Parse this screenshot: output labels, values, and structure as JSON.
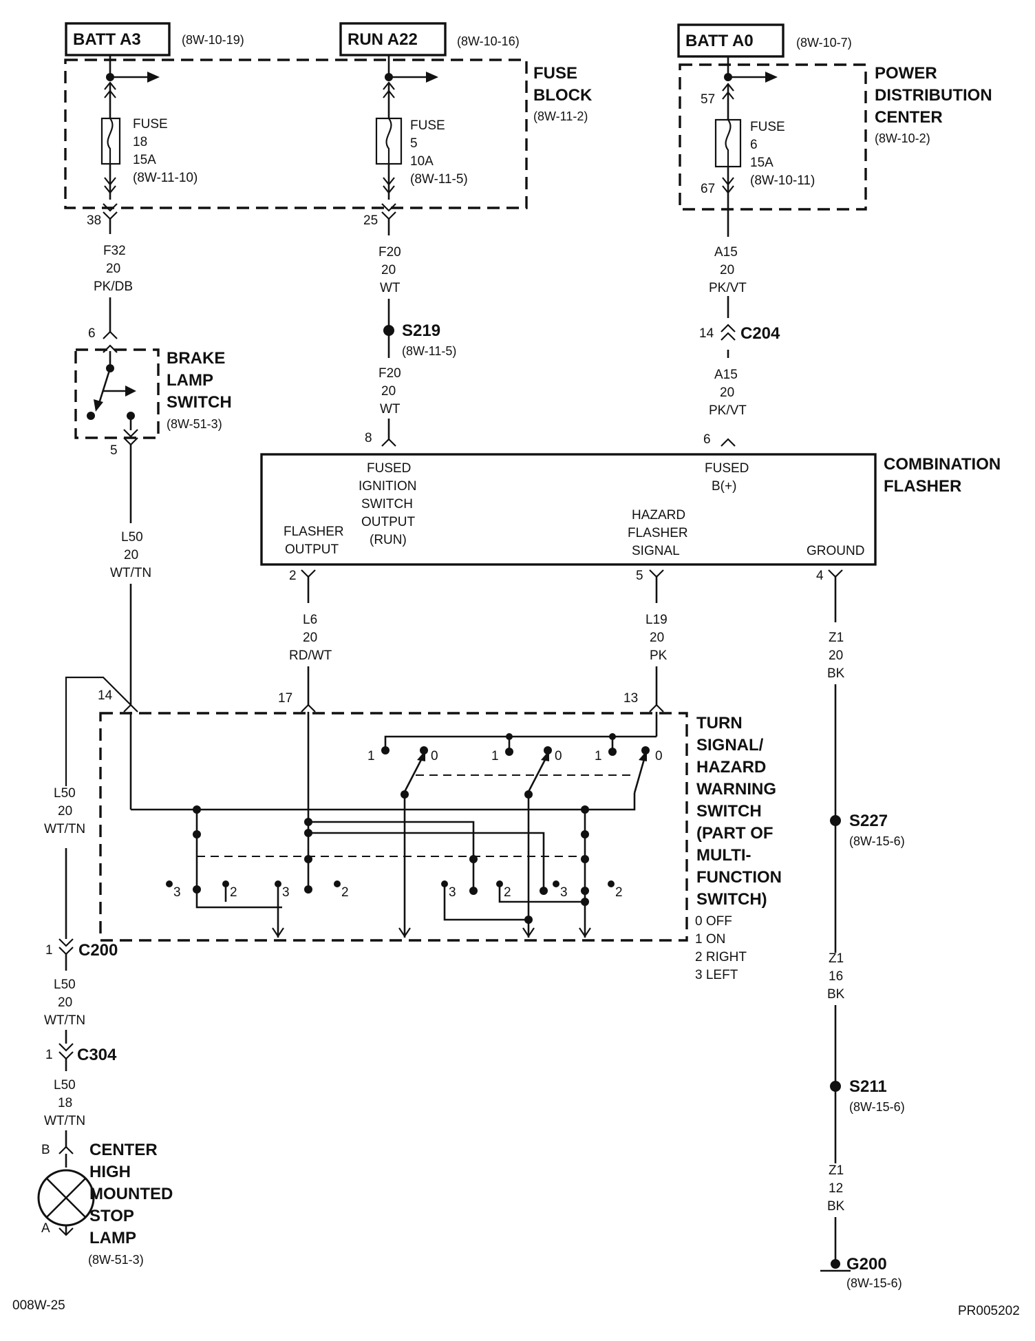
{
  "sources": {
    "batt_a3": {
      "label": "BATT A3",
      "ref": "(8W-10-19)"
    },
    "run_a22": {
      "label": "RUN A22",
      "ref": "(8W-10-16)"
    },
    "batt_a0": {
      "label": "BATT A0",
      "ref": "(8W-10-7)"
    }
  },
  "fuse_block": {
    "title_1": "FUSE",
    "title_2": "BLOCK",
    "ref": "(8W-11-2)"
  },
  "pdc": {
    "title_1": "POWER",
    "title_2": "DISTRIBUTION",
    "title_3": "CENTER",
    "ref": "(8W-10-2)"
  },
  "fuse18": {
    "l1": "FUSE",
    "l2": "18",
    "l3": "15A",
    "l4": "(8W-11-10)"
  },
  "fuse5": {
    "l1": "FUSE",
    "l2": "5",
    "l3": "10A",
    "l4": "(8W-11-5)"
  },
  "fuse6": {
    "l1": "FUSE",
    "l2": "6",
    "l3": "15A",
    "l4": "(8W-10-11)",
    "pin_in": "57",
    "pin_out": "67"
  },
  "pins": {
    "p38": "38",
    "p25": "25",
    "p6a": "6",
    "p5a": "5",
    "p8": "8",
    "p6b": "6",
    "p14c204": "14",
    "p2": "2",
    "p5b": "5",
    "p4": "4",
    "p14": "14",
    "p17": "17",
    "p13": "13",
    "p1c200": "1",
    "p1c304": "1",
    "pB": "B",
    "pA": "A"
  },
  "wires": {
    "f32": {
      "id": "F32",
      "gauge": "20",
      "color": "PK/DB"
    },
    "f20a": {
      "id": "F20",
      "gauge": "20",
      "color": "WT"
    },
    "f20b": {
      "id": "F20",
      "gauge": "20",
      "color": "WT"
    },
    "a15a": {
      "id": "A15",
      "gauge": "20",
      "color": "PK/VT"
    },
    "a15b": {
      "id": "A15",
      "gauge": "20",
      "color": "PK/VT"
    },
    "l50a": {
      "id": "L50",
      "gauge": "20",
      "color": "WT/TN"
    },
    "l50b": {
      "id": "L50",
      "gauge": "20",
      "color": "WT/TN"
    },
    "l50c": {
      "id": "L50",
      "gauge": "20",
      "color": "WT/TN"
    },
    "l50d": {
      "id": "L50",
      "gauge": "18",
      "color": "WT/TN"
    },
    "l6": {
      "id": "L6",
      "gauge": "20",
      "color": "RD/WT"
    },
    "l19": {
      "id": "L19",
      "gauge": "20",
      "color": "PK"
    },
    "z1a": {
      "id": "Z1",
      "gauge": "20",
      "color": "BK"
    },
    "z1b": {
      "id": "Z1",
      "gauge": "16",
      "color": "BK"
    },
    "z1c": {
      "id": "Z1",
      "gauge": "12",
      "color": "BK"
    }
  },
  "splices": {
    "s219": {
      "label": "S219",
      "ref": "(8W-11-5)"
    },
    "s227": {
      "label": "S227",
      "ref": "(8W-15-6)"
    },
    "s211": {
      "label": "S211",
      "ref": "(8W-15-6)"
    },
    "g200": {
      "label": "G200",
      "ref": "(8W-15-6)"
    }
  },
  "connectors": {
    "c204": "C204",
    "c200": "C200",
    "c304": "C304"
  },
  "brake_switch": {
    "l1": "BRAKE",
    "l2": "LAMP",
    "l3": "SWITCH",
    "ref": "(8W-51-3)"
  },
  "flasher": {
    "title_1": "COMBINATION",
    "title_2": "FLASHER",
    "fused_ign_1": "FUSED",
    "fused_ign_2": "IGNITION",
    "fused_ign_3": "SWITCH",
    "fused_ign_4": "OUTPUT",
    "fused_ign_5": "(RUN)",
    "fused_b_1": "FUSED",
    "fused_b_2": "B(+)",
    "flasher_out_1": "FLASHER",
    "flasher_out_2": "OUTPUT",
    "hazard_1": "HAZARD",
    "hazard_2": "FLASHER",
    "hazard_3": "SIGNAL",
    "ground": "GROUND"
  },
  "turn_switch": {
    "t1": "TURN",
    "t2": "SIGNAL/",
    "t3": "HAZARD",
    "t4": "WARNING",
    "t5": "SWITCH",
    "t6": "(PART OF",
    "t7": "MULTI-",
    "t8": "FUNCTION",
    "t9": "SWITCH)",
    "legend_0": "0 OFF",
    "legend_1": "1 ON",
    "legend_2": "2 RIGHT",
    "legend_3": "3 LEFT",
    "pos1": "1",
    "pos0": "0",
    "pos2": "2",
    "pos3": "3"
  },
  "lamp": {
    "l1": "CENTER",
    "l2": "HIGH",
    "l3": "MOUNTED",
    "l4": "STOP",
    "l5": "LAMP",
    "ref": "(8W-51-3)"
  },
  "footer": {
    "left": "008W-25",
    "right": "PR005202"
  }
}
